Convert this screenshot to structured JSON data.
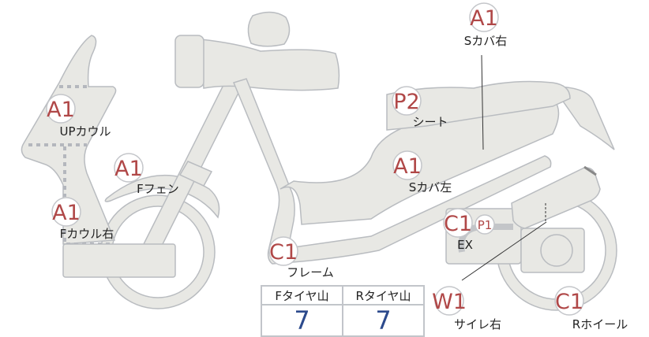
{
  "labels": {
    "s_cover_right": {
      "code": "A1",
      "name": "Sカバ右"
    },
    "seat": {
      "code": "P2",
      "name": "シート"
    },
    "up_cowl": {
      "code": "A1",
      "name": "UPカウル"
    },
    "f_fender": {
      "code": "A1",
      "name": "Fフェン"
    },
    "s_cover_left": {
      "code": "A1",
      "name": "Sカバ左"
    },
    "f_cowl_right": {
      "code": "A1",
      "name": "Fカウル右"
    },
    "frame": {
      "code": "C1",
      "name": "フレーム"
    },
    "exhaust": {
      "code": "C1",
      "code2": "P1",
      "name": "EX"
    },
    "silencer_right": {
      "code": "W1",
      "name": "サイレ右"
    },
    "r_wheel": {
      "code": "C1",
      "name": "Rホイール"
    }
  },
  "tire_table": {
    "headers": [
      "Fタイヤ山",
      "Rタイヤ山"
    ],
    "values": [
      "7",
      "7"
    ]
  },
  "colors": {
    "code": "#b04848",
    "value": "#2c4a8c",
    "part_fill": "#e8e8e4",
    "part_stroke": "#b9bcc0"
  }
}
